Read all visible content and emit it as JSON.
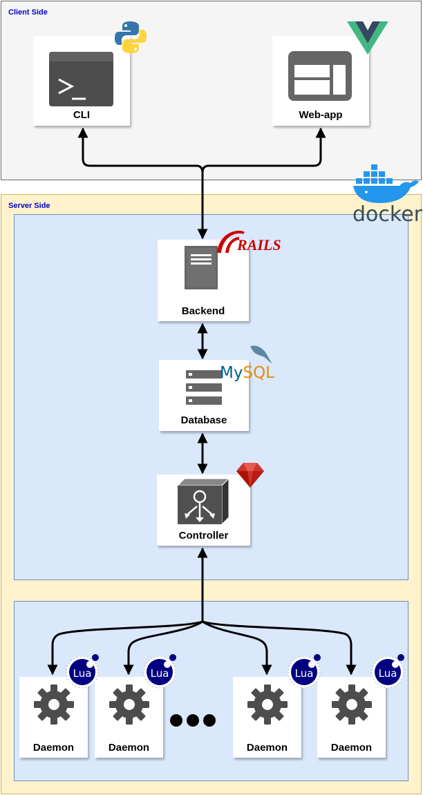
{
  "zones": {
    "client": "Client Side",
    "server": "Server Side"
  },
  "nodes": {
    "cli": "CLI",
    "webapp": "Web-app",
    "backend": "Backend",
    "database": "Database",
    "controller": "Controller",
    "daemons": [
      "Daemon",
      "Daemon",
      "Daemon",
      "Daemon"
    ]
  },
  "logos": {
    "docker": "docker",
    "rails": "RAILS",
    "mysql": "MySQL",
    "lua": "Lua"
  },
  "colors": {
    "client_bg": "#f5f5f5",
    "server_bg": "#fff2cc",
    "panel_bg": "#dae8fc",
    "zone_label": "#0000cc",
    "icon_gray": "#4d4d4d",
    "rails_red": "#cc0000",
    "mysql_blue": "#00618a",
    "mysql_orange": "#e48e00",
    "lua_blue": "#000080",
    "docker_blue": "#2496ed",
    "vue_green": "#41b883",
    "vue_dark": "#35495e"
  },
  "icons": [
    "python-logo",
    "vue-logo",
    "docker-logo",
    "terminal-icon",
    "webapp-window-icon",
    "server-icon",
    "database-icon",
    "controller-cube-icon",
    "gear-icon",
    "rails-logo",
    "mysql-logo",
    "ruby-gem-logo",
    "lua-logo",
    "ellipsis-dots"
  ]
}
